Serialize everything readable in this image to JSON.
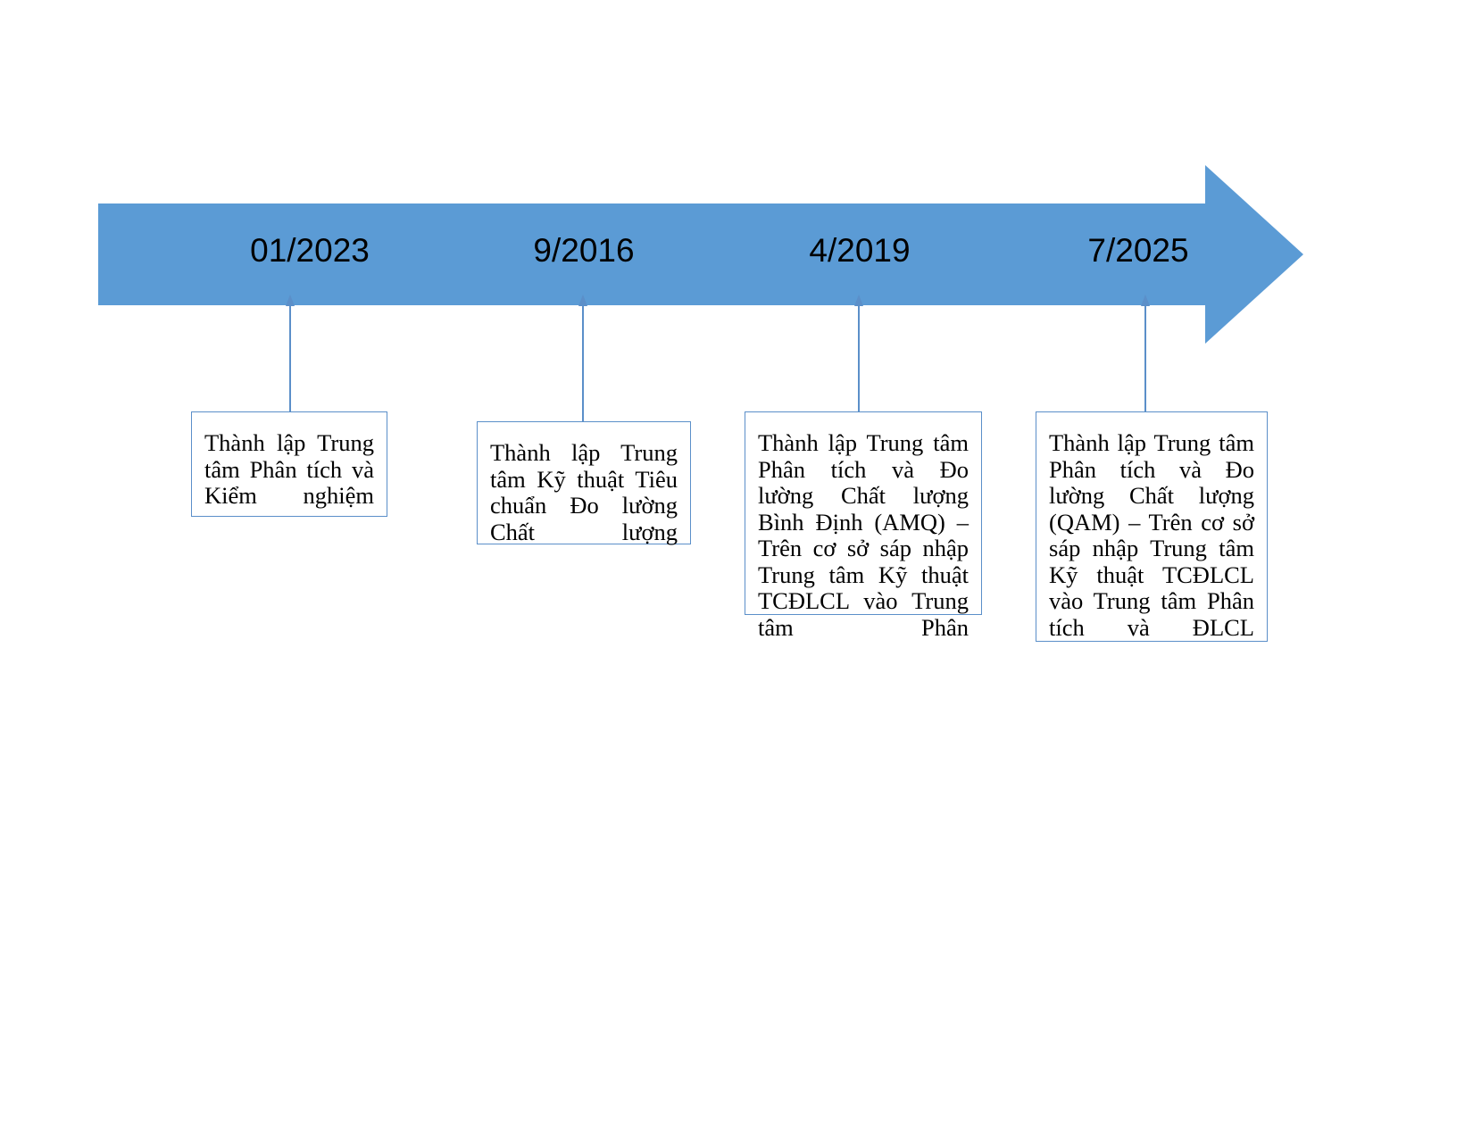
{
  "diagram": {
    "type": "timeline",
    "title": "",
    "arrow": {
      "name": "timeline-arrow",
      "color": "#5B9BD5",
      "direction": "right"
    },
    "milestones": [
      {
        "date": "01/2023",
        "description": "Thành lập Trung tâm Phân tích và Kiểm nghiệm"
      },
      {
        "date": "9/2016",
        "description": "Thành lập Trung tâm Kỹ thuật Tiêu chuẩn Đo lường Chất lượng"
      },
      {
        "date": "4/2019",
        "description": "Thành lập Trung tâm Phân tích và Đo lường Chất lượng Bình Định (AMQ) – Trên cơ sở sáp nhập Trung tâm Kỹ thuật TCĐLCL vào Trung tâm Phân"
      },
      {
        "date": "7/2025",
        "description": "Thành lập Trung tâm Phân tích và Đo lường Chất lượng (QAM) – Trên cơ sở sáp nhập Trung tâm Kỹ thuật TCĐLCL vào Trung tâm Phân tích và ĐLCL"
      }
    ],
    "colors": {
      "arrow_fill": "#5B9BD5",
      "box_border": "#5B8FC9",
      "connector": "#5B8FC9",
      "text": "#000000",
      "background": "#FFFFFF"
    }
  }
}
